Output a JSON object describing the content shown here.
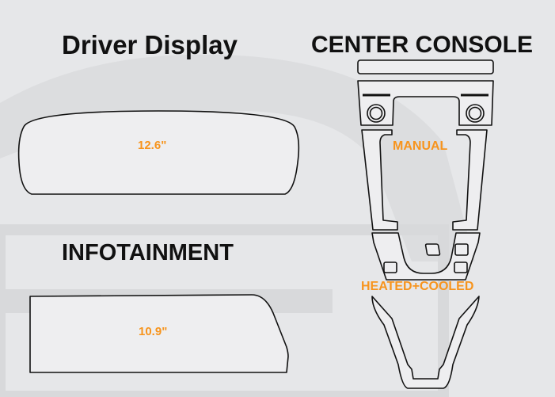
{
  "sections": {
    "driver_display": {
      "title": "Driver Display",
      "size": "12.6\""
    },
    "infotainment": {
      "title": "INFOTAINMENT",
      "size": "10.9\""
    },
    "center_console": {
      "title": "CENTER CONSOLE",
      "variants": [
        "MANUAL",
        "HEATED+COOLED"
      ]
    }
  },
  "colors": {
    "background": "#e6e7e9",
    "accent": "#f7941d",
    "outline": "#111111"
  }
}
